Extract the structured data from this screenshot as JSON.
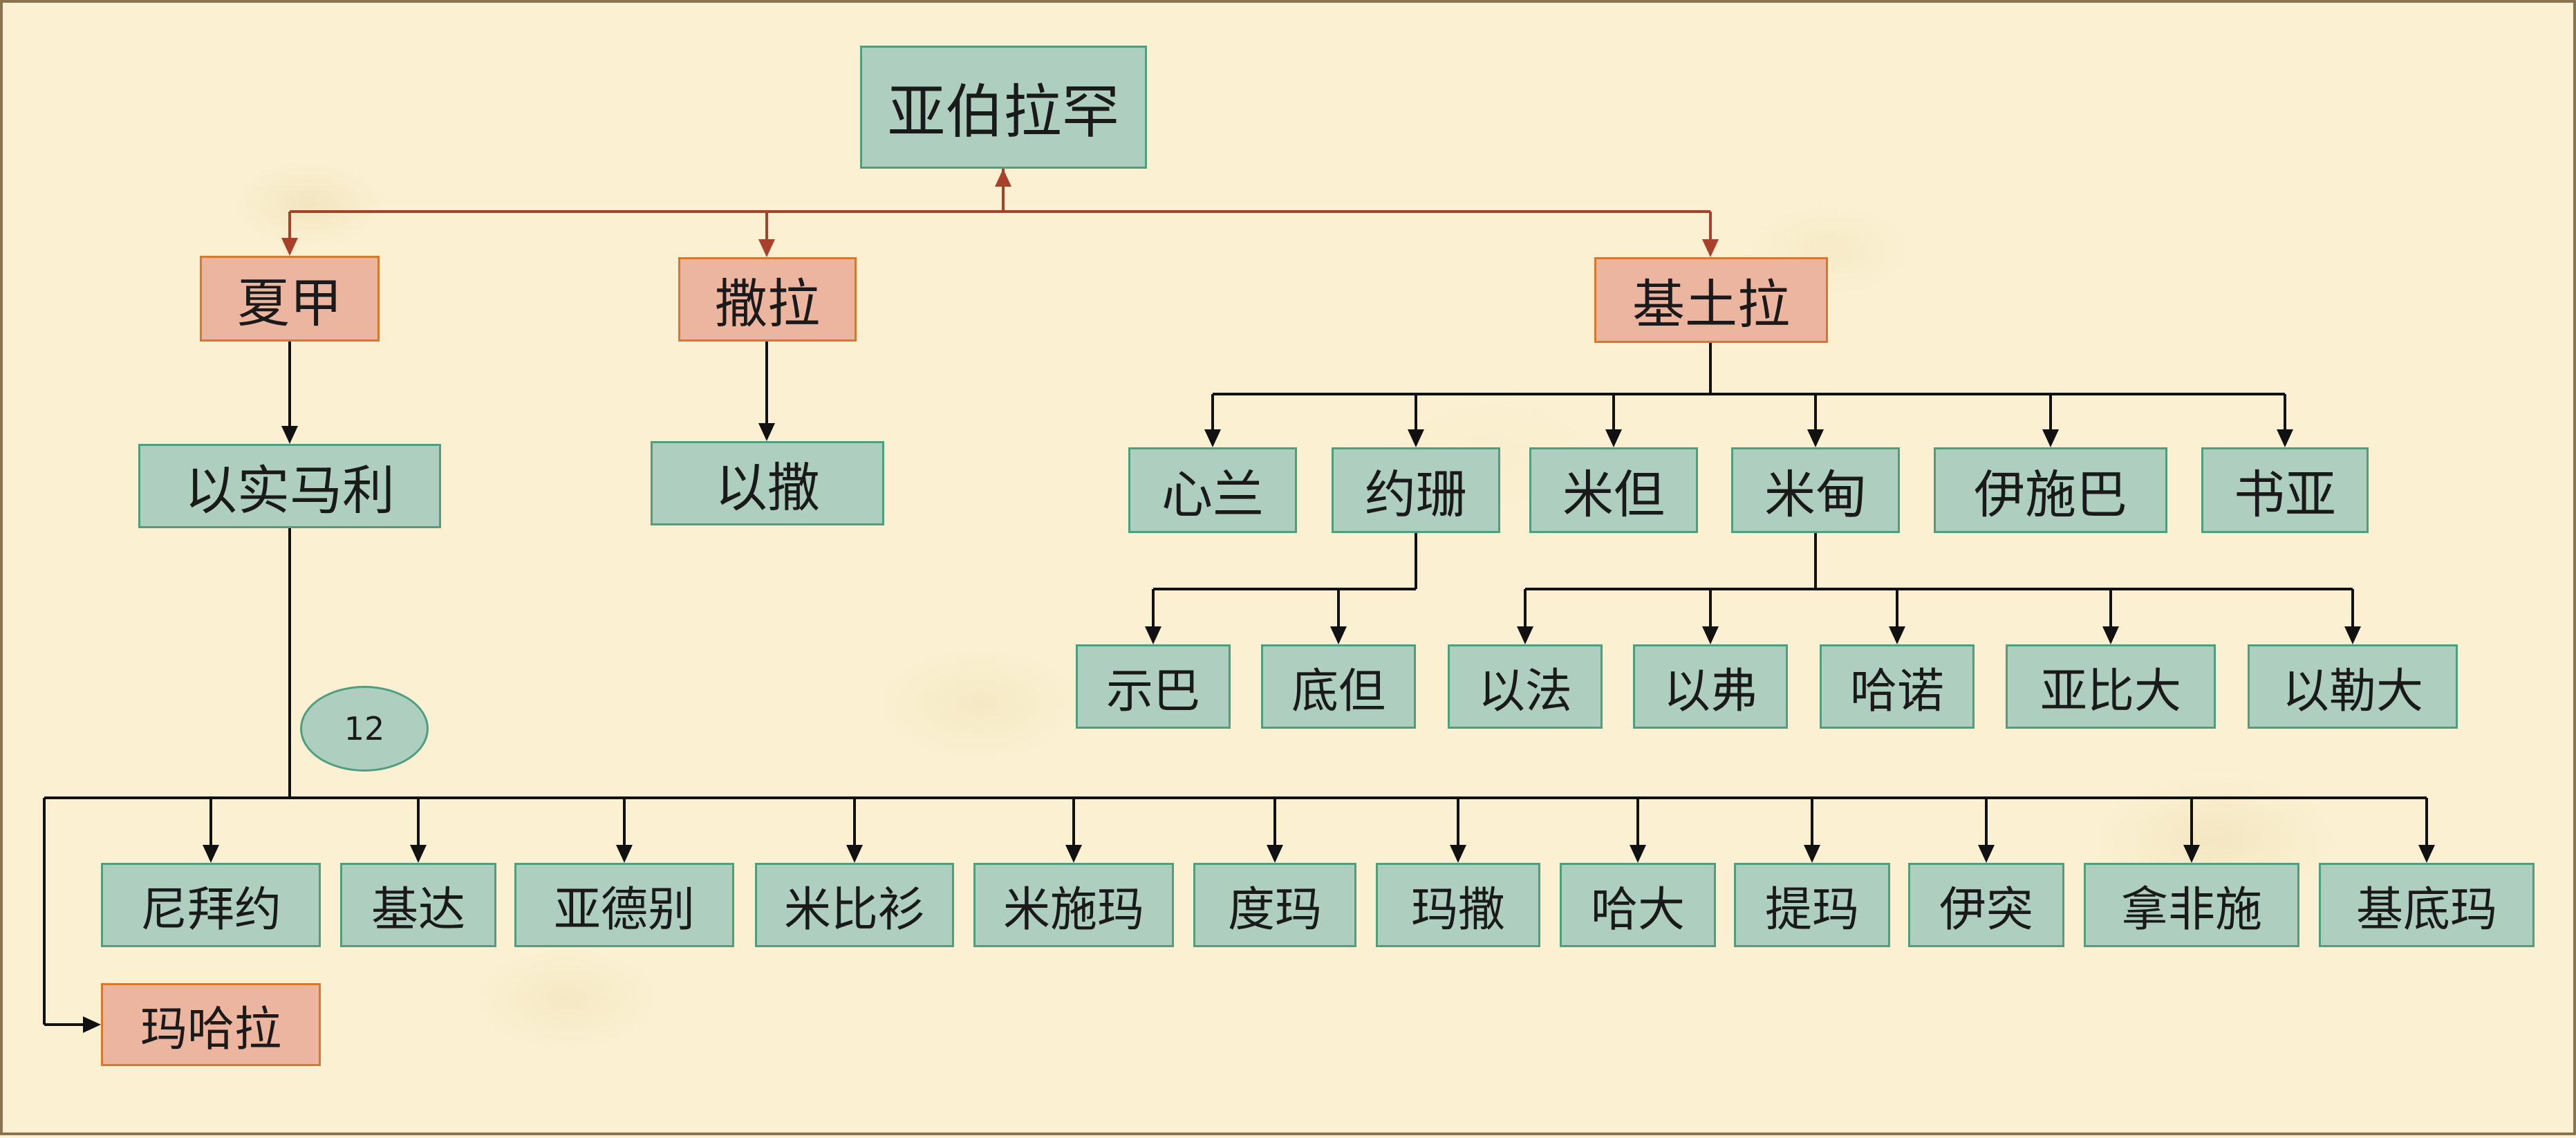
{
  "colors": {
    "edge_root": "#a8402a",
    "edge": "#111111"
  },
  "root": {
    "label": "亚伯拉罕"
  },
  "wives": [
    {
      "label": "夏甲"
    },
    {
      "label": "撒拉"
    },
    {
      "label": "基土拉"
    }
  ],
  "ishmael": {
    "label": "以实马利"
  },
  "isaac": {
    "label": "以撒"
  },
  "keturah_sons": [
    {
      "label": "心兰"
    },
    {
      "label": "约珊"
    },
    {
      "label": "米但"
    },
    {
      "label": "米甸"
    },
    {
      "label": "伊施巴"
    },
    {
      "label": "书亚"
    }
  ],
  "jokshan_sons": [
    {
      "label": "示巴"
    },
    {
      "label": "底但"
    }
  ],
  "midian_sons": [
    {
      "label": "以法"
    },
    {
      "label": "以弗"
    },
    {
      "label": "哈诺"
    },
    {
      "label": "亚比大"
    },
    {
      "label": "以勒大"
    }
  ],
  "ishmael_count": {
    "label": "12"
  },
  "ishmael_sons": [
    {
      "label": "尼拜约"
    },
    {
      "label": "基达"
    },
    {
      "label": "亚德别"
    },
    {
      "label": "米比衫"
    },
    {
      "label": "米施玛"
    },
    {
      "label": "度玛"
    },
    {
      "label": "玛撒"
    },
    {
      "label": "哈大"
    },
    {
      "label": "提玛"
    },
    {
      "label": "伊突"
    },
    {
      "label": "拿非施"
    },
    {
      "label": "基底玛"
    }
  ],
  "ishmael_daughter": {
    "label": "玛哈拉"
  }
}
